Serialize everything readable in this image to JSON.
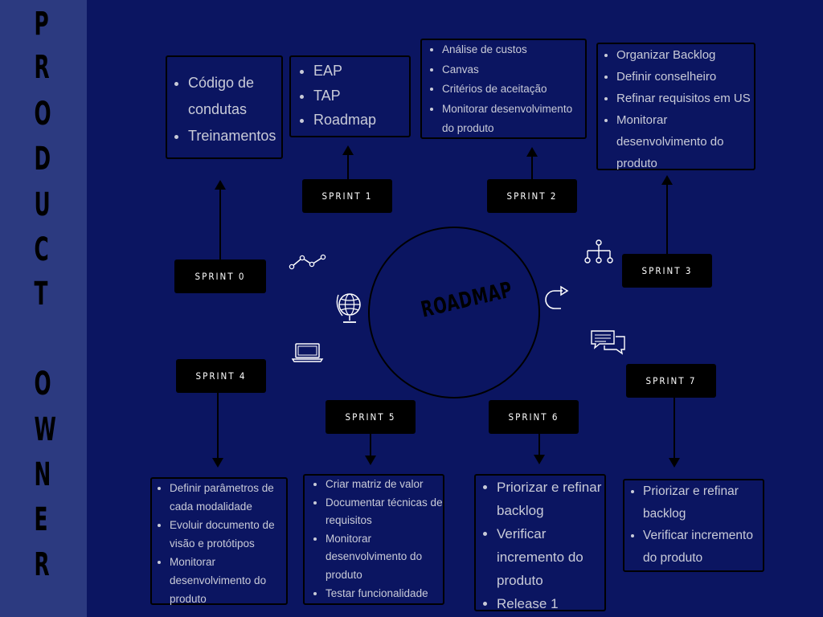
{
  "sidebar": {
    "title_letters": [
      "P",
      "R",
      "O",
      "D",
      "U",
      "C",
      "T",
      "O",
      "W",
      "N",
      "E",
      "R"
    ]
  },
  "center": {
    "label": "ROADMAP"
  },
  "sprints": {
    "s0": "SPRINT 0",
    "s1": "SPRINT 1",
    "s2": "SPRINT 2",
    "s3": "SPRINT 3",
    "s4": "SPRINT 4",
    "s5": "SPRINT 5",
    "s6": "SPRINT 6",
    "s7": "SPRINT 7"
  },
  "boxes": {
    "s0": [
      "Código de condutas",
      "Treinamentos"
    ],
    "s1": [
      "EAP",
      "TAP",
      "Roadmap"
    ],
    "s2": [
      "Análise de custos",
      "Canvas",
      "Critérios de aceitação",
      "Monitorar desenvolvimento do produto"
    ],
    "s3": [
      "Organizar Backlog",
      "Definir conselheiro",
      "Refinar requisitos em US",
      "Monitorar desenvolvimento do produto"
    ],
    "s4": [
      "Definir parâmetros de cada modalidade",
      "Evoluir documento de visão e protótipos",
      "Monitorar desenvolvimento do produto"
    ],
    "s5": [
      "Criar matriz de valor",
      "Documentar técnicas de requisitos",
      "Monitorar desenvolvimento do produto",
      "Testar funcionalidade"
    ],
    "s6": [
      "Priorizar e refinar backlog",
      "Verificar incremento do produto",
      "Release 1"
    ],
    "s7": [
      "Priorizar e refinar backlog",
      "Verificar incremento do produto"
    ]
  },
  "colors": {
    "background": "#0b1561",
    "sidebar": "#2c3a80",
    "text": "#c9cbd8",
    "label_bg": "#000000"
  },
  "icons": [
    "line-chart-icon",
    "globe-icon",
    "laptop-icon",
    "hierarchy-icon",
    "redo-arrow-icon",
    "chat-bubbles-icon"
  ]
}
